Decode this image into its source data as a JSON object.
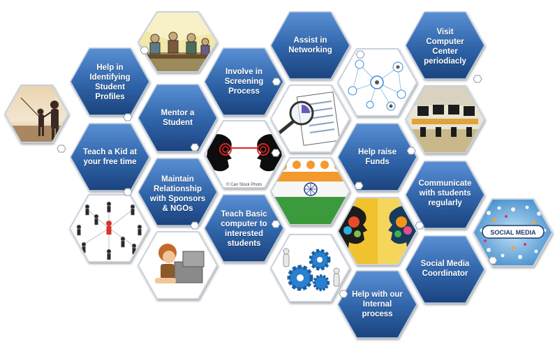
{
  "colors": {
    "hex_blue_light": "#4a7cc0",
    "hex_blue_dark": "#1d4580",
    "hex_border": "#b8c8dc",
    "connector": "#ffffff",
    "image_border": "#c8d2de"
  },
  "roles": [
    {
      "id": "help-identify",
      "label": "Help in Identifying Student Profiles"
    },
    {
      "id": "teach-kid",
      "label": "Teach  a Kid at your free time"
    },
    {
      "id": "mentor",
      "label": "Mentor a Student"
    },
    {
      "id": "maintain-relationship",
      "label": "Maintain Relationship with Sponsors & NGOs"
    },
    {
      "id": "screening",
      "label": "Involve in Screening Process"
    },
    {
      "id": "teach-computer",
      "label": "Teach Basic computer to interested students"
    },
    {
      "id": "networking",
      "label": "Assist in Networking"
    },
    {
      "id": "raise-funds",
      "label": "Help raise Funds"
    },
    {
      "id": "internal-process",
      "label": "Help with our Internal process"
    },
    {
      "id": "visit-center",
      "label": "Visit Computer Center periodiacly"
    },
    {
      "id": "communicate",
      "label": "Communicate with students regularly"
    },
    {
      "id": "social-media",
      "label": "Social Media Coordinator"
    }
  ],
  "images": [
    {
      "id": "beach",
      "icon": "father-son-beach-photo"
    },
    {
      "id": "classroom",
      "icon": "classroom-students-sketch"
    },
    {
      "id": "people-network",
      "icon": "people-network-icon"
    },
    {
      "id": "kid-reading",
      "icon": "kid-reading-cartoon"
    },
    {
      "id": "heads-swirl",
      "icon": "heads-swirl-icon",
      "caption": "© Can Stock Photo"
    },
    {
      "id": "magnifier",
      "icon": "magnifier-document-icon"
    },
    {
      "id": "india-people",
      "icon": "india-flag-people-icon"
    },
    {
      "id": "gears",
      "icon": "gears-teamwork-icon"
    },
    {
      "id": "network-nodes",
      "icon": "network-nodes-icon"
    },
    {
      "id": "computer-lab",
      "icon": "computer-lab-photo"
    },
    {
      "id": "colorful-heads",
      "icon": "colorful-heads-icon"
    },
    {
      "id": "social-media-badge",
      "icon": "social-media-badge-icon",
      "text": "SOCIAL MEDIA"
    }
  ]
}
